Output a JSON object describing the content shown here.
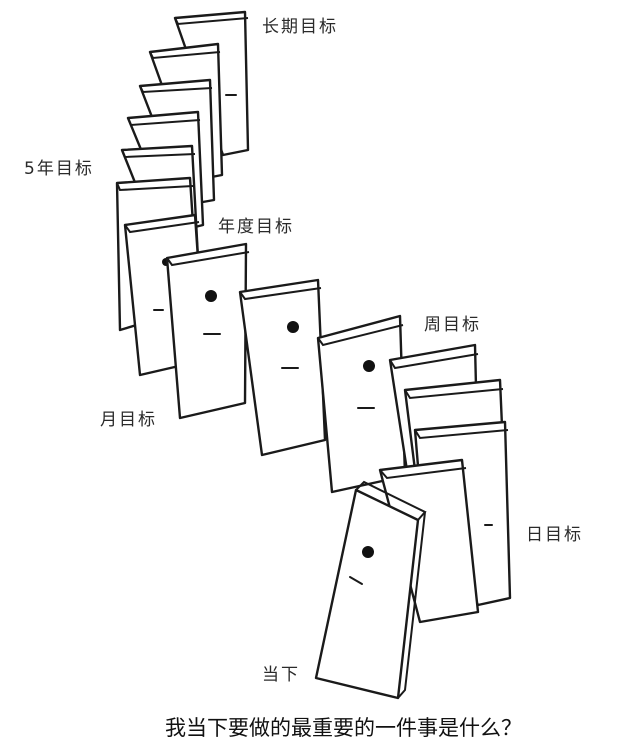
{
  "labels": {
    "long_term": "长期目标",
    "five_year": "5年目标",
    "annual": "年度目标",
    "weekly": "周目标",
    "monthly": "月目标",
    "daily": "日目标",
    "now": "当下"
  },
  "caption": "我当下要做的最重要的一件事是什么？"
}
